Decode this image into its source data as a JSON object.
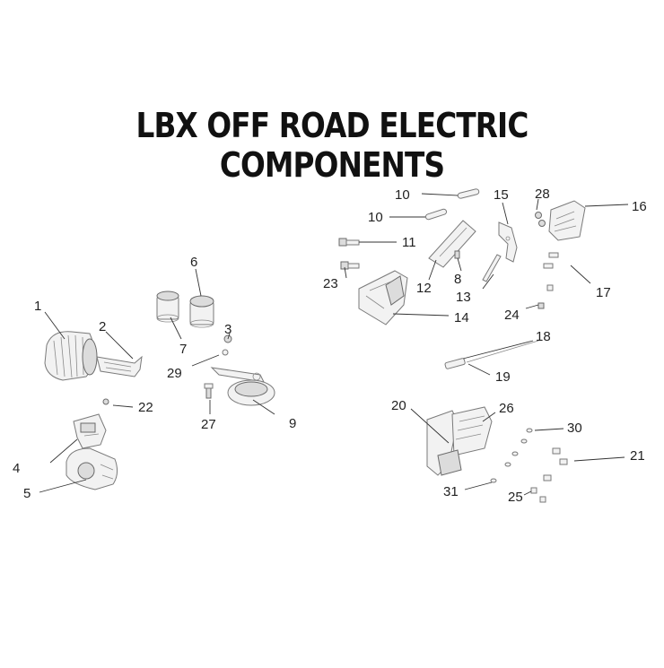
{
  "title": "LBX OFF ROAD ELECTRIC COMPONENTS",
  "callouts": [
    "1",
    "2",
    "3",
    "4",
    "5",
    "6",
    "7",
    "8",
    "9",
    "10",
    "10",
    "11",
    "12",
    "13",
    "14",
    "15",
    "16",
    "17",
    "18",
    "19",
    "20",
    "21",
    "22",
    "23",
    "24",
    "25",
    "26",
    "27",
    "28",
    "29",
    "30",
    "31"
  ]
}
